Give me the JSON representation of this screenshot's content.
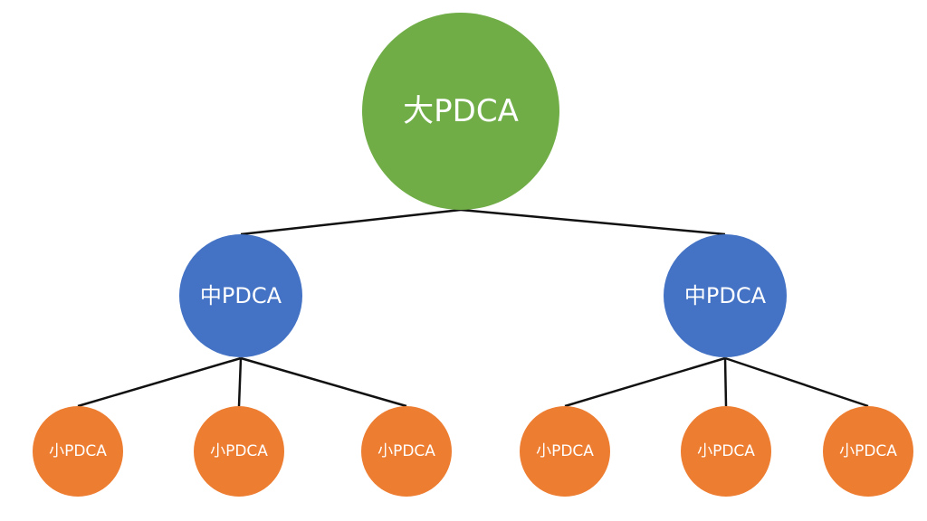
{
  "colors": {
    "top": "#70AD47",
    "mid": "#4472C4",
    "leaf": "#ED7D31",
    "line": "#111111",
    "text": "#ffffff"
  },
  "tree": {
    "top": {
      "label": "大PDCA"
    },
    "mid": [
      {
        "label": "中PDCA"
      },
      {
        "label": "中PDCA"
      }
    ],
    "leaves": [
      {
        "label": "小PDCA",
        "parent": 0
      },
      {
        "label": "小PDCA",
        "parent": 0
      },
      {
        "label": "小PDCA",
        "parent": 0
      },
      {
        "label": "小PDCA",
        "parent": 1
      },
      {
        "label": "小PDCA",
        "parent": 1
      },
      {
        "label": "小PDCA",
        "parent": 1
      }
    ]
  }
}
